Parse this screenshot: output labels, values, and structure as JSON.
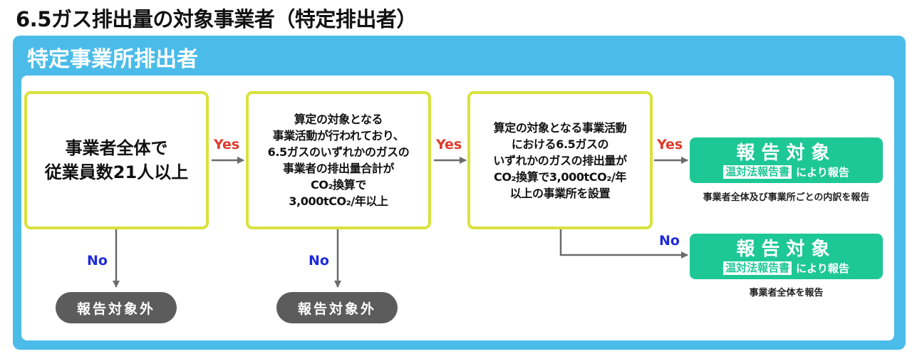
{
  "title": "6.5ガス排出量の対象事業者（特定排出者）",
  "panel": {
    "title": "特定事業所排出者"
  },
  "conditions": [
    {
      "lines": [
        "事業者全体で",
        "従業員数21人以上"
      ]
    },
    {
      "lines": [
        "算定の対象となる",
        "事業活動が行われており、",
        "6.5ガスのいずれかのガスの",
        "事業者の排出量合計が",
        "CO₂換算で",
        "3,000tCO₂/年以上"
      ]
    },
    {
      "lines": [
        "算定の対象となる事業活動",
        "における6.5ガスの",
        "いずれかのガスの排出量が",
        "CO₂換算で3,000tCO₂/年",
        "以上の事業所を設置"
      ]
    }
  ],
  "labels": {
    "yes": "Yes",
    "no": "No"
  },
  "excluded": "報告対象外",
  "results": [
    {
      "title": "報告対象",
      "tag": "温対法報告書",
      "suffix": "により報告",
      "note": "事業者全体及び事業所ごとの内訳を報告"
    },
    {
      "title": "報告対象",
      "tag": "温対法報告書",
      "suffix": "により報告",
      "note": "事業者全体を報告"
    }
  ],
  "colors": {
    "panel": "#4bbce9",
    "condition_border": "#d9e23c",
    "result": "#1ec896",
    "excluded": "#5c5c5c",
    "yes": "#e03a2a",
    "no": "#1e2ad8",
    "arrow": "#6b6b6b"
  }
}
